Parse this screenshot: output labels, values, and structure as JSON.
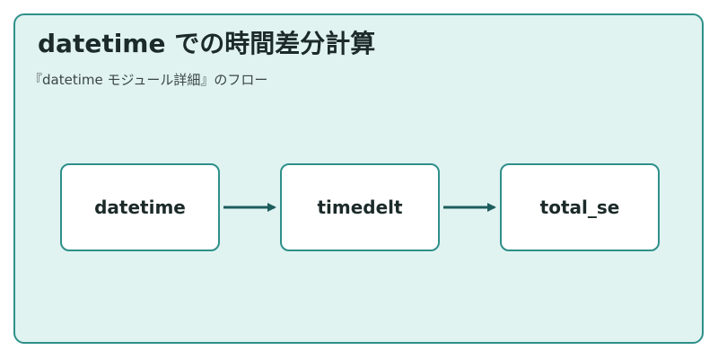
{
  "diagram": {
    "title": "datetime での時間差分計算",
    "subtitle": "『datetime モジュール詳細』のフロー",
    "nodes": [
      {
        "label": "datetime"
      },
      {
        "label": "timedelt"
      },
      {
        "label": "total_se"
      }
    ],
    "colors": {
      "background": "#e0f3f1",
      "border": "#2f8f8a",
      "arrow": "#1d5c5c",
      "text": "#1c2b2a"
    }
  }
}
